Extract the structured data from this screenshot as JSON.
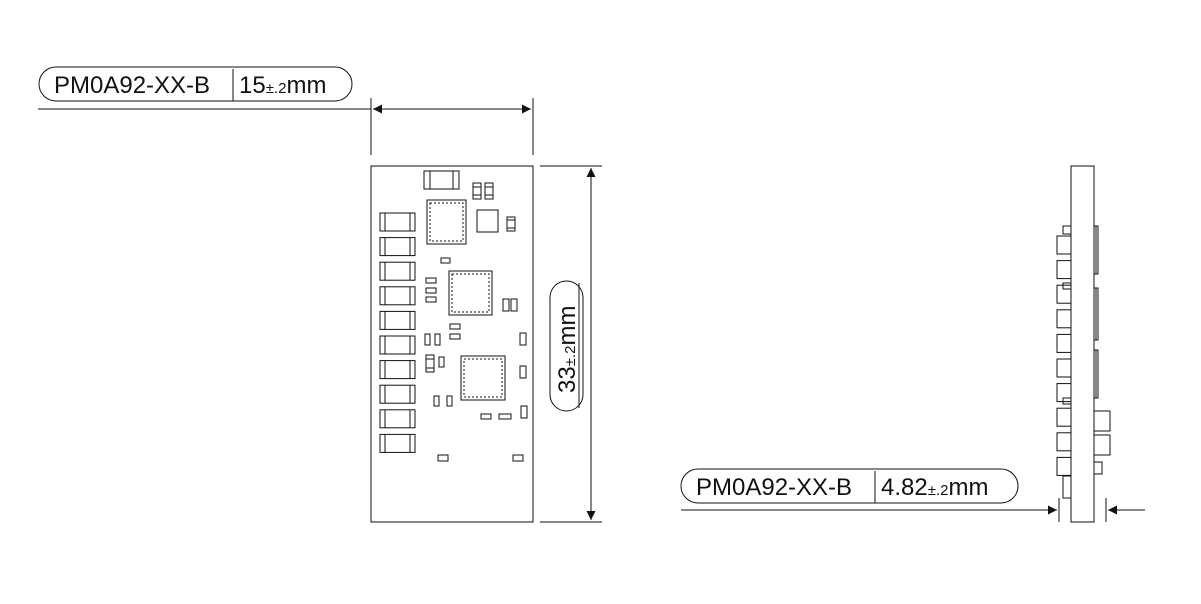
{
  "colors": {
    "line": "#111111",
    "bubble_fill": "#ffffff",
    "background": "#ffffff"
  },
  "labels": {
    "width_callout": {
      "part": "PM0A92-XX-B",
      "value": "15",
      "tol": "±.2",
      "unit": "mm"
    },
    "height_callout": {
      "value": "33",
      "tol": "±.2",
      "unit": "mm"
    },
    "depth_callout": {
      "part": "PM0A92-XX-B",
      "value": "4.82",
      "tol": "±.2",
      "unit": "mm"
    }
  }
}
